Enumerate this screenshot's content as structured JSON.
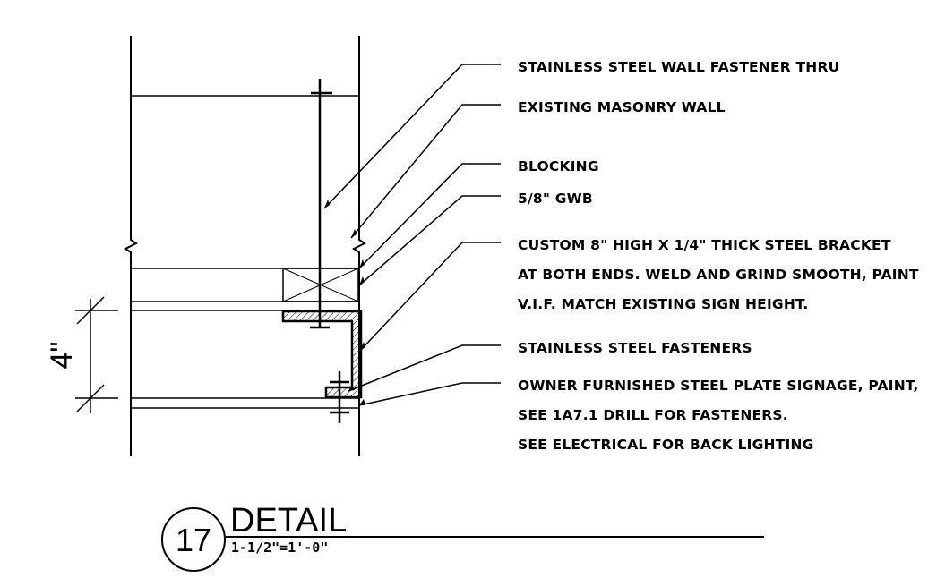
{
  "callouts": [
    {
      "id": "wall-fastener",
      "lines": [
        "STAINLESS STEEL WALL FASTENER THRU"
      ]
    },
    {
      "id": "masonry-wall",
      "lines": [
        "EXISTING MASONRY WALL"
      ]
    },
    {
      "id": "blocking",
      "lines": [
        "BLOCKING"
      ]
    },
    {
      "id": "gwb",
      "lines": [
        "5/8\" GWB"
      ]
    },
    {
      "id": "bracket",
      "lines": [
        "CUSTOM 8\" HIGH X 1/4\" THICK STEEL BRACKET",
        "AT BOTH ENDS. WELD AND GRIND SMOOTH, PAINT",
        "V.I.F. MATCH EXISTING SIGN HEIGHT."
      ]
    },
    {
      "id": "ss-fasteners",
      "lines": [
        "STAINLESS STEEL FASTENERS"
      ]
    },
    {
      "id": "signage",
      "lines": [
        "OWNER FURNISHED STEEL PLATE SIGNAGE, PAINT,",
        "SEE 1A7.1 DRILL FOR FASTENERS.",
        "SEE ELECTRICAL FOR BACK LIGHTING"
      ]
    }
  ],
  "dimension": {
    "label": "4\""
  },
  "title_block": {
    "number": "17",
    "title": "DETAIL",
    "scale": "1-1/2\"=1'-0\""
  }
}
